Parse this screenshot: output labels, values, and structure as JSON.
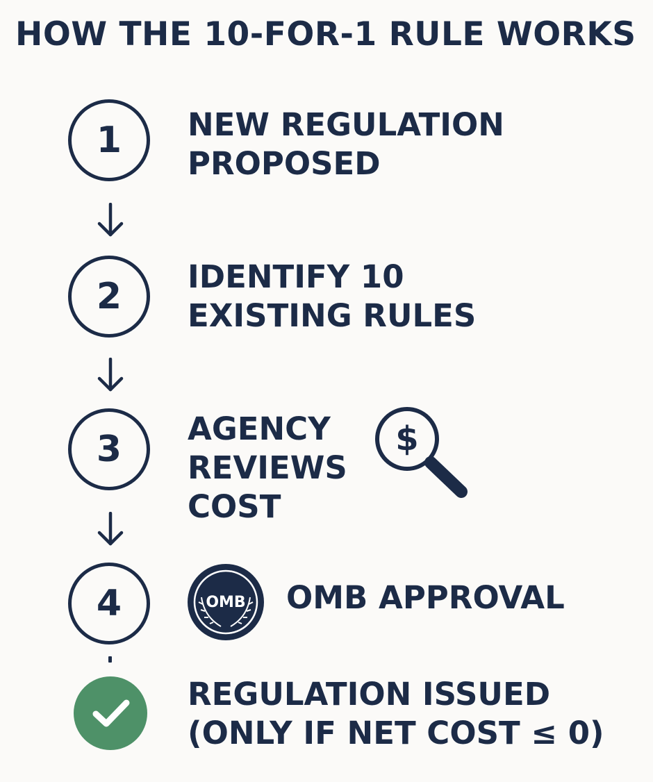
{
  "title": "HOW THE 10-FOR-1 RULE WORKS",
  "colors": {
    "navy": "#1c2b47",
    "background": "#fbfaf8",
    "success_green": "#4e9168"
  },
  "steps": [
    {
      "number": "1",
      "lines": [
        "NEW REGULATION",
        "PROPOSED"
      ]
    },
    {
      "number": "2",
      "lines": [
        "IDENTIFY 10",
        "EXISTING RULES"
      ]
    },
    {
      "number": "3",
      "lines": [
        "AGENCY",
        "REVIEWS",
        "COST"
      ],
      "icon": "magnifier-dollar-icon",
      "icon_symbol": "$"
    },
    {
      "number": "4",
      "lines": [
        "OMB APPROVAL"
      ],
      "icon": "omb-seal-icon",
      "seal_text": "OMB"
    }
  ],
  "final": {
    "icon": "check-icon",
    "lines": [
      "REGULATION ISSUED",
      "(ONLY IF NET COST ≤ 0)"
    ]
  }
}
